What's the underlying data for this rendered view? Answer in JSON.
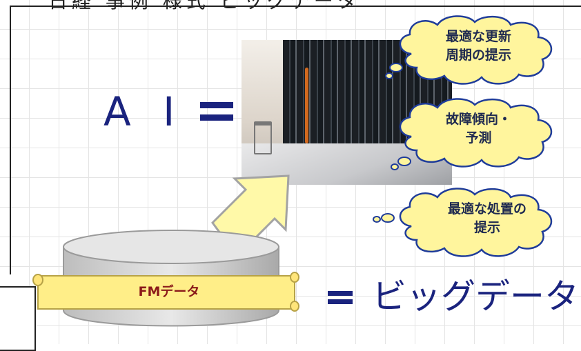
{
  "header": {
    "cut_off_title": "日経  事例  様式  ビッグデータ"
  },
  "main": {
    "ai_label": "A I",
    "equals": "=",
    "clouds": [
      {
        "text": "最適な更新\n周期の提示"
      },
      {
        "text": "故障傾向・\n予測"
      },
      {
        "text": "最適な処置の\n提示"
      }
    ],
    "database_label": "FMデータ",
    "big_data_label": "ビッグデータ"
  },
  "colors": {
    "navy": "#1a237e",
    "cloud_fill": "#fff59d",
    "cloud_stroke": "#1f3c9a",
    "banner_fill": "#ffee88",
    "banner_text": "#8b1a1a",
    "arrow_fill": "#fff9a8"
  }
}
